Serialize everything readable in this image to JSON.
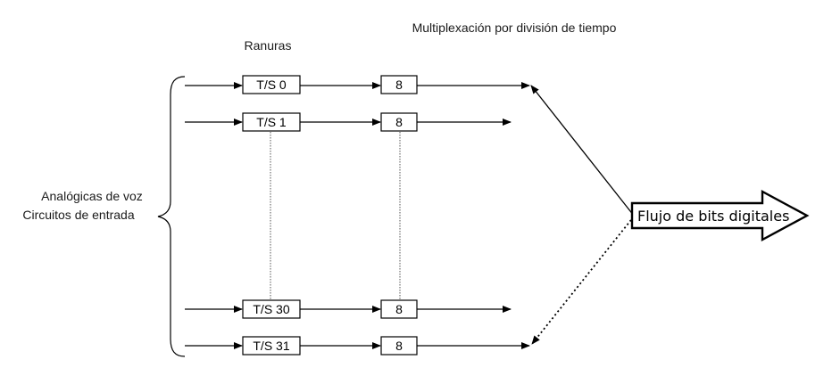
{
  "title": "Multiplexación por división de tiempo",
  "slots_header": "Ranuras",
  "input_label": {
    "line1": "Analógicas de voz",
    "line2": "Circuitos de entrada"
  },
  "slots": [
    {
      "label": "T/S 0",
      "bits": "8"
    },
    {
      "label": "T/S 1",
      "bits": "8"
    },
    {
      "label": "T/S 30",
      "bits": "8"
    },
    {
      "label": "T/S 31",
      "bits": "8"
    }
  ],
  "output_label": "Flujo de bits digitales",
  "colors": {
    "stroke": "#000000",
    "text": "#1a1a1a",
    "background": "#ffffff"
  }
}
